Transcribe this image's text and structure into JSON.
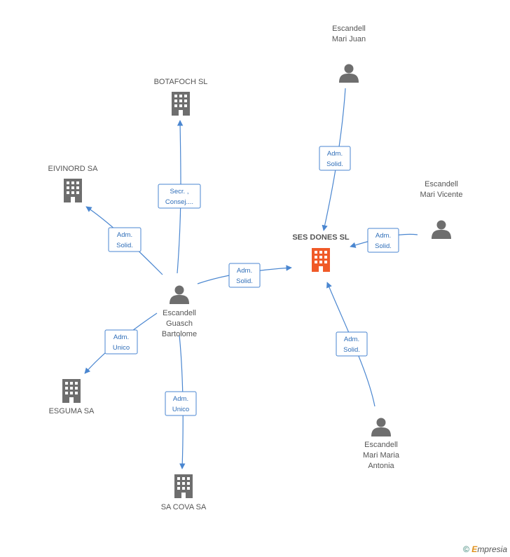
{
  "nodes": [
    {
      "id": "botafoch",
      "type": "company",
      "label": [
        "BOTAFOCH SL"
      ]
    },
    {
      "id": "eivinord",
      "type": "company",
      "label": [
        "EIVINORD SA"
      ]
    },
    {
      "id": "esguma",
      "type": "company",
      "label": [
        "ESGUMA SA"
      ]
    },
    {
      "id": "sacova",
      "type": "company",
      "label": [
        "SA COVA SA"
      ]
    },
    {
      "id": "sesdones",
      "type": "company-main",
      "label": [
        "SES DONES SL"
      ]
    },
    {
      "id": "bartolome",
      "type": "person",
      "label": [
        "Escandell",
        "Guasch",
        "Bartolome"
      ]
    },
    {
      "id": "marijuan",
      "type": "person",
      "label": [
        "Escandell",
        "Mari Juan"
      ]
    },
    {
      "id": "marivicente",
      "type": "person",
      "label": [
        "Escandell",
        "Mari Vicente"
      ]
    },
    {
      "id": "mariamaria",
      "type": "person",
      "label": [
        "Escandell",
        "Mari Maria",
        "Antonia"
      ]
    }
  ],
  "edges": [
    {
      "id": "bartolome-botafoch",
      "from": "bartolome",
      "to": "botafoch",
      "label": [
        "Secr. ,",
        "Consej...."
      ]
    },
    {
      "id": "bartolome-eivinord",
      "from": "bartolome",
      "to": "eivinord",
      "label": [
        "Adm.",
        "Solid."
      ]
    },
    {
      "id": "bartolome-esguma",
      "from": "bartolome",
      "to": "esguma",
      "label": [
        "Adm.",
        "Unico"
      ]
    },
    {
      "id": "bartolome-sacova",
      "from": "bartolome",
      "to": "sacova",
      "label": [
        "Adm.",
        "Unico"
      ]
    },
    {
      "id": "bartolome-sesdones",
      "from": "bartolome",
      "to": "sesdones",
      "label": [
        "Adm.",
        "Solid."
      ]
    },
    {
      "id": "marijuan-sesdones",
      "from": "marijuan",
      "to": "sesdones",
      "label": [
        "Adm.",
        "Solid."
      ]
    },
    {
      "id": "marivicente-sesdones",
      "from": "marivicente",
      "to": "sesdones",
      "label": [
        "Adm.",
        "Solid."
      ]
    },
    {
      "id": "mariamaria-sesdones",
      "from": "mariamaria",
      "to": "sesdones",
      "label": [
        "Adm.",
        "Solid."
      ]
    }
  ],
  "colors": {
    "edge": "#4a86d0",
    "edge_text": "#2e6db8",
    "icon": "#6e6e6e",
    "main_icon": "#f05a28",
    "label": "#555555"
  },
  "watermark": {
    "copyright": "©",
    "brand_initial": "E",
    "brand_rest": "mpresia"
  }
}
